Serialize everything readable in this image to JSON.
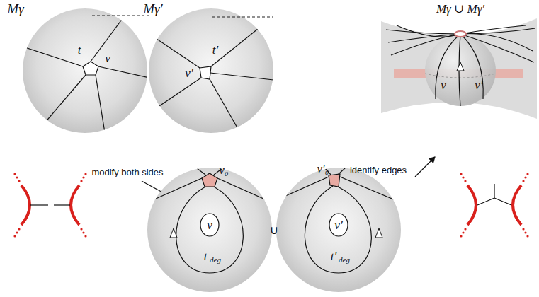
{
  "diagram": {
    "labels": [
      "Mγ",
      "Mγ′",
      "t",
      "v",
      "t′",
      "v′",
      "modify both sides",
      "identify edges",
      "Mγ ∪ Mγ′",
      "v₀",
      "v",
      "t",
      "deg",
      "∪",
      "v′₀",
      "v′",
      "t′",
      "deg",
      "v",
      "v′"
    ]
  }
}
